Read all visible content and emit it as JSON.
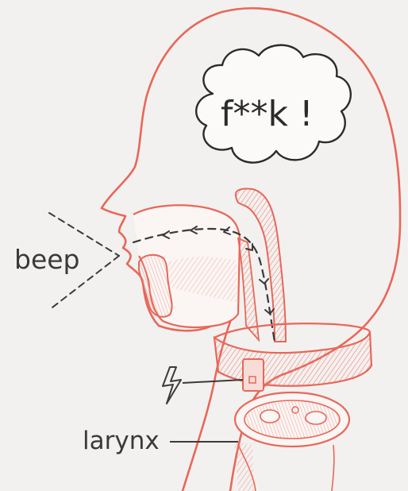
{
  "thought_text": "f**k !",
  "labels": {
    "beep": "beep",
    "larynx": "larynx"
  },
  "colors": {
    "background": "#f3f1ef",
    "outline": "#e8675a",
    "hatch": "#ec8a80",
    "ink": "#3a3a3a"
  }
}
